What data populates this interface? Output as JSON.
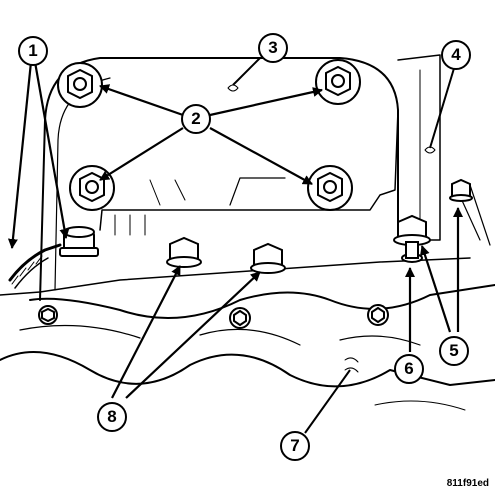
{
  "callouts": {
    "c1": "1",
    "c2": "2",
    "c3": "3",
    "c4": "4",
    "c5": "5",
    "c6": "6",
    "c7": "7",
    "c8": "8"
  },
  "figure_code": "811f91ed",
  "colors": {
    "ink": "#000000",
    "paper": "#ffffff"
  }
}
